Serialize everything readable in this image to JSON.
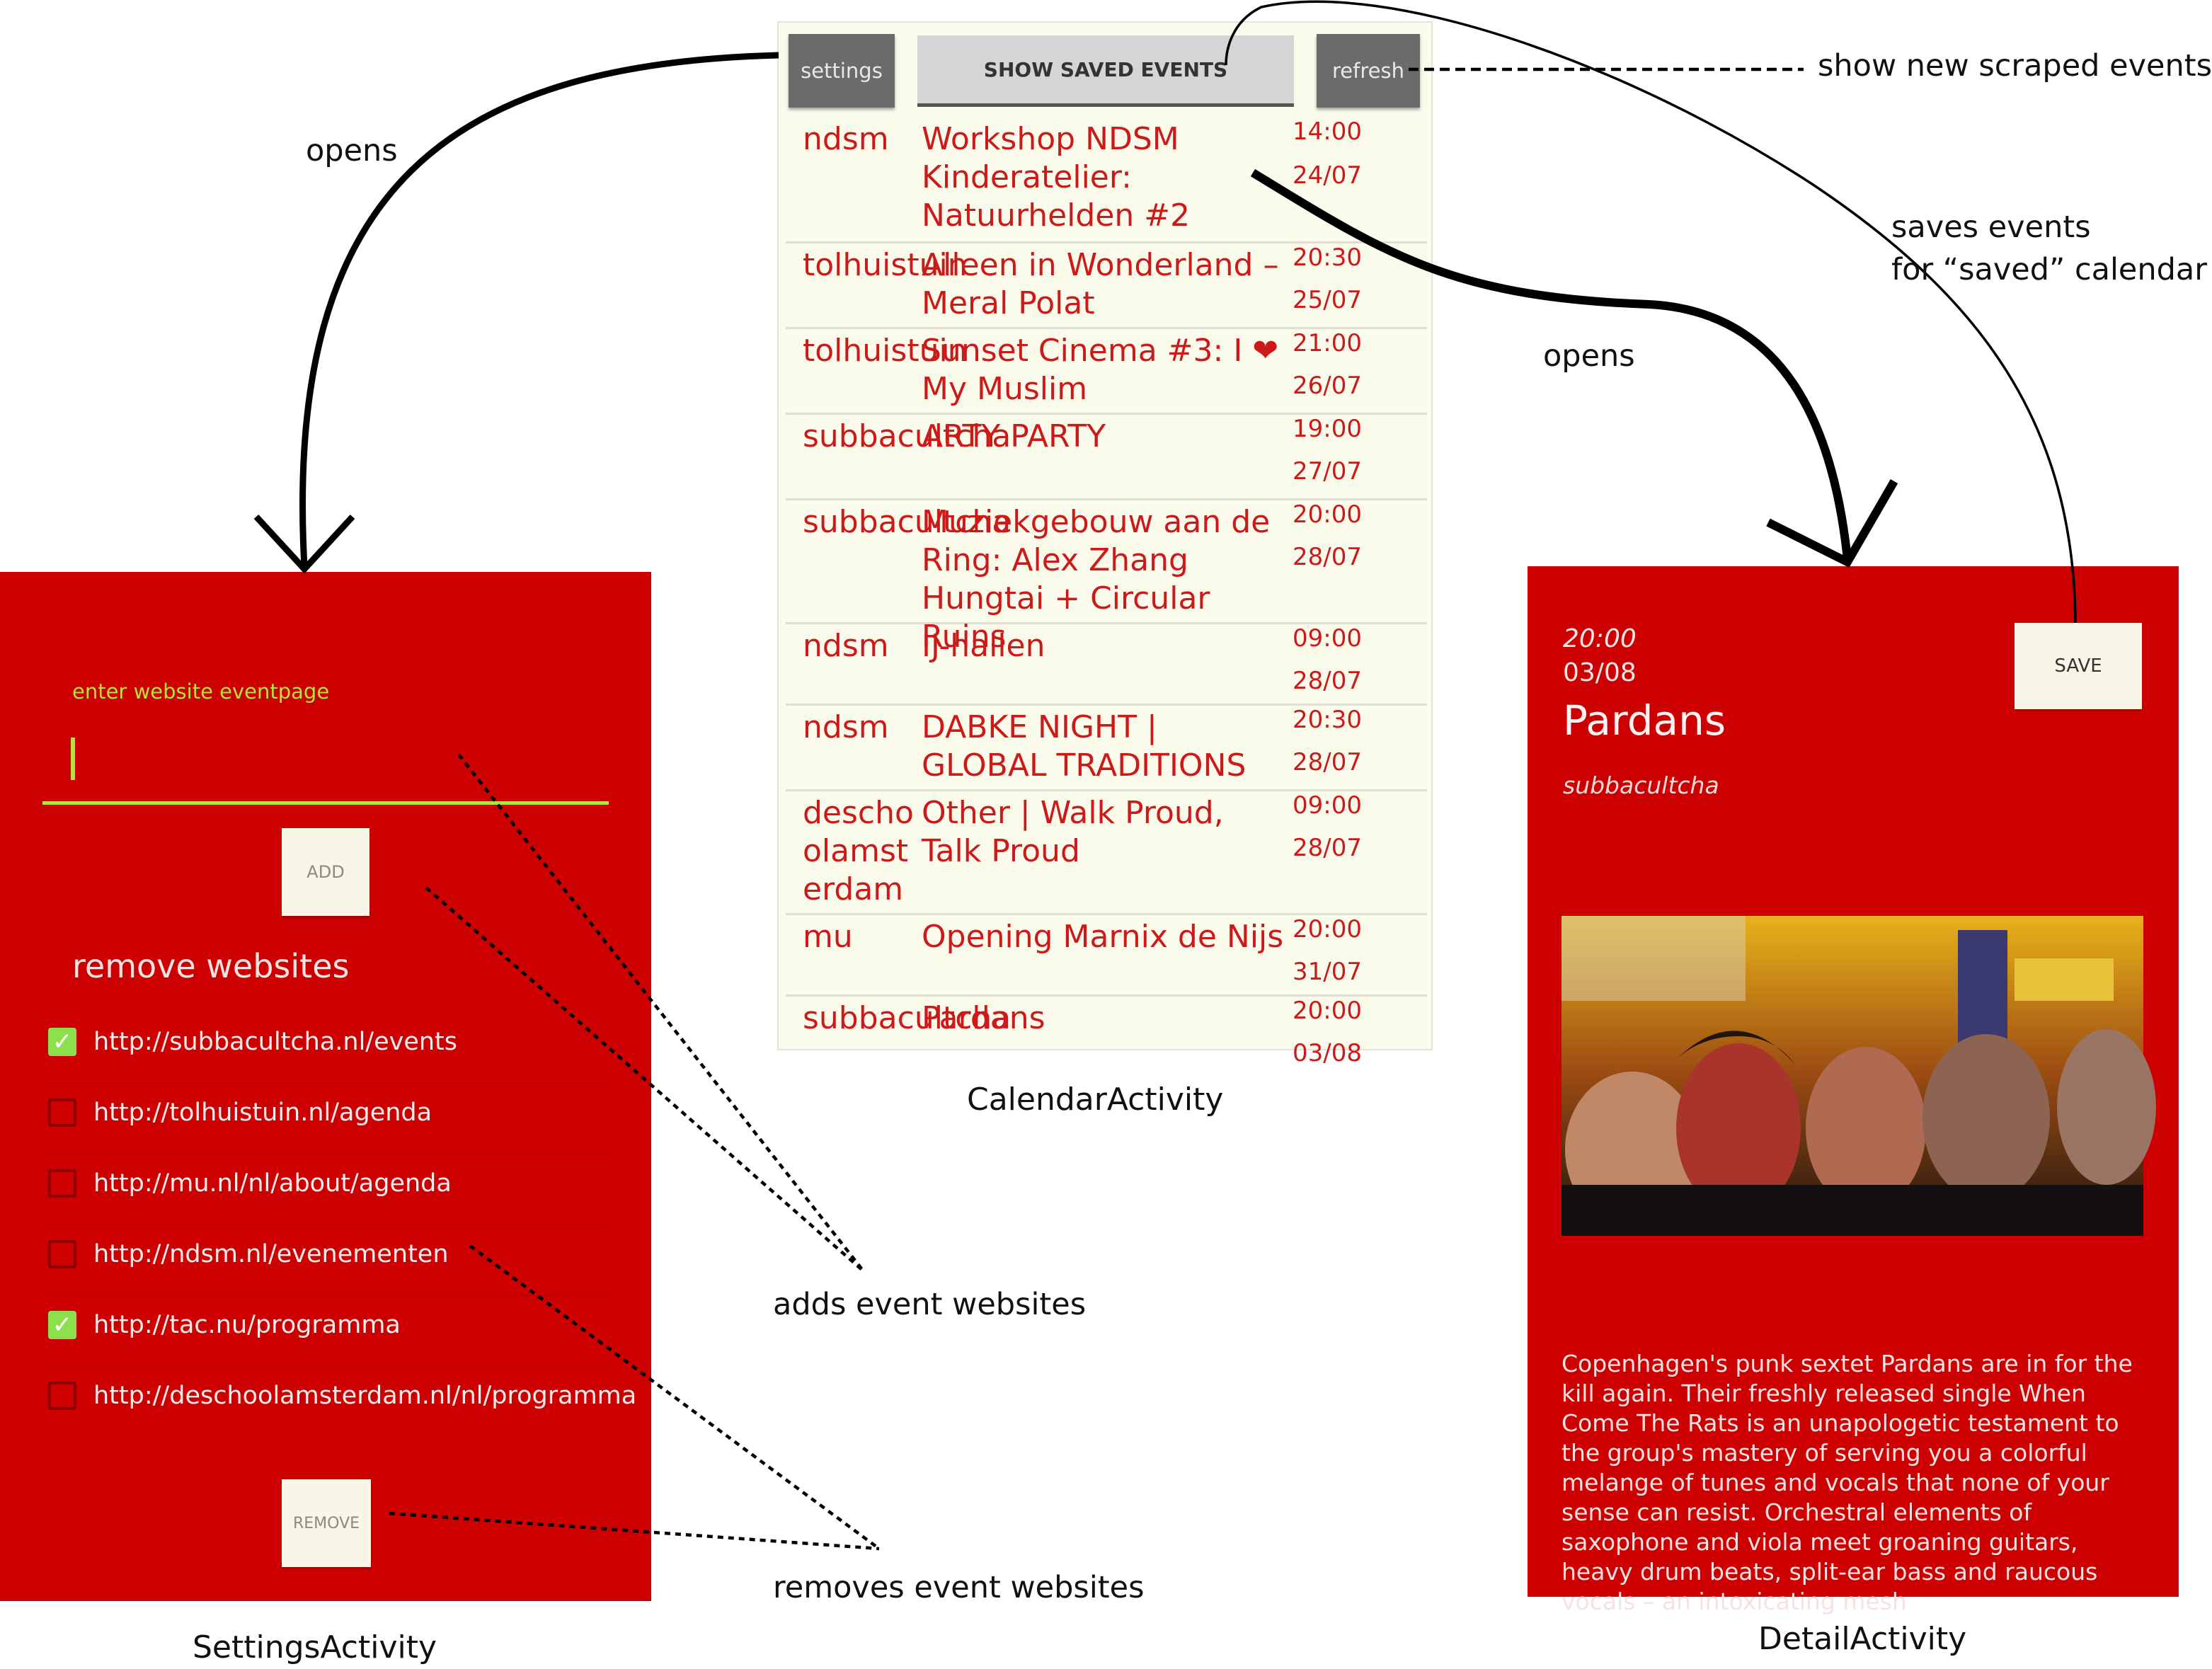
{
  "calendar": {
    "buttons": {
      "settings": "settings",
      "saved": "SHOW SAVED EVENTS",
      "refresh": "refresh"
    },
    "events": [
      {
        "source": "ndsm",
        "title": "Workshop NDSM Kinderatelier: Natuurhelden #2",
        "time": "14:00",
        "date": "24/07"
      },
      {
        "source": "tolhuistuin",
        "title": "Alleen in Wonderland – Meral Polat",
        "time": "20:30",
        "date": "25/07"
      },
      {
        "source": "tolhuistuin",
        "title": "Sunset Cinema #3: I ❤ My Muslim",
        "time": "21:00",
        "date": "26/07"
      },
      {
        "source": "subbacultcha",
        "title": "ARTY PARTY",
        "time": "19:00",
        "date": "27/07"
      },
      {
        "source": "subbacultcha",
        "title": "Muziekgebouw aan de Ring: Alex Zhang Hungtai + Circular Ruins",
        "time": "20:00",
        "date": "28/07"
      },
      {
        "source": "ndsm",
        "title": "IJ-hallen",
        "time": "09:00",
        "date": "28/07"
      },
      {
        "source": "ndsm",
        "title": "DABKE NIGHT | GLOBAL TRADITIONS",
        "time": "20:30",
        "date": "28/07"
      },
      {
        "source": "deschoolamsterdam",
        "title": "Other | Walk Proud, Talk Proud",
        "time": "09:00",
        "date": "28/07"
      },
      {
        "source": "mu",
        "title": "Opening Marnix de Nijs",
        "time": "20:00",
        "date": "31/07"
      },
      {
        "source": "subbacultcha",
        "title": "Pardans",
        "time": "20:00",
        "date": "03/08"
      }
    ]
  },
  "settings": {
    "input_label": "enter website eventpage",
    "add_button": "ADD",
    "remove_title": "remove websites",
    "sites": [
      {
        "url": "http://subbacultcha.nl/events",
        "checked": true
      },
      {
        "url": "http://tolhuistuin.nl/agenda",
        "checked": false
      },
      {
        "url": "http://mu.nl/nl/about/agenda",
        "checked": false
      },
      {
        "url": "http://ndsm.nl/evenementen",
        "checked": false
      },
      {
        "url": "http://tac.nu/programma",
        "checked": true
      },
      {
        "url": "http://deschoolamsterdam.nl/nl/programma",
        "checked": false
      }
    ],
    "remove_button": "REMOVE"
  },
  "detail": {
    "time": "20:00",
    "date": "03/08",
    "title": "Pardans",
    "venue": "subbacultcha",
    "save_button": "SAVE",
    "description": "Copenhagen's punk sextet Pardans are in for the kill again. Their freshly released single When Come The Rats is an unapologetic testament to the group's mastery of serving you a colorful melange of tunes and vocals that none of your sense can resist. Orchestral elements of saxophone and viola meet groaning guitars, heavy drum beats, split-ear bass and raucous vocals – an intoxicating mesh"
  },
  "captions": {
    "calendar": "CalendarActivity",
    "settings": "SettingsActivity",
    "detail": "DetailActivity"
  },
  "annotations": {
    "opens_left": "opens",
    "opens_right": "opens",
    "show_new": "show new scraped events",
    "saves_line1": "saves events",
    "saves_line2": "for “saved” calendar",
    "adds": "adds event websites",
    "removes": "removes event websites"
  }
}
